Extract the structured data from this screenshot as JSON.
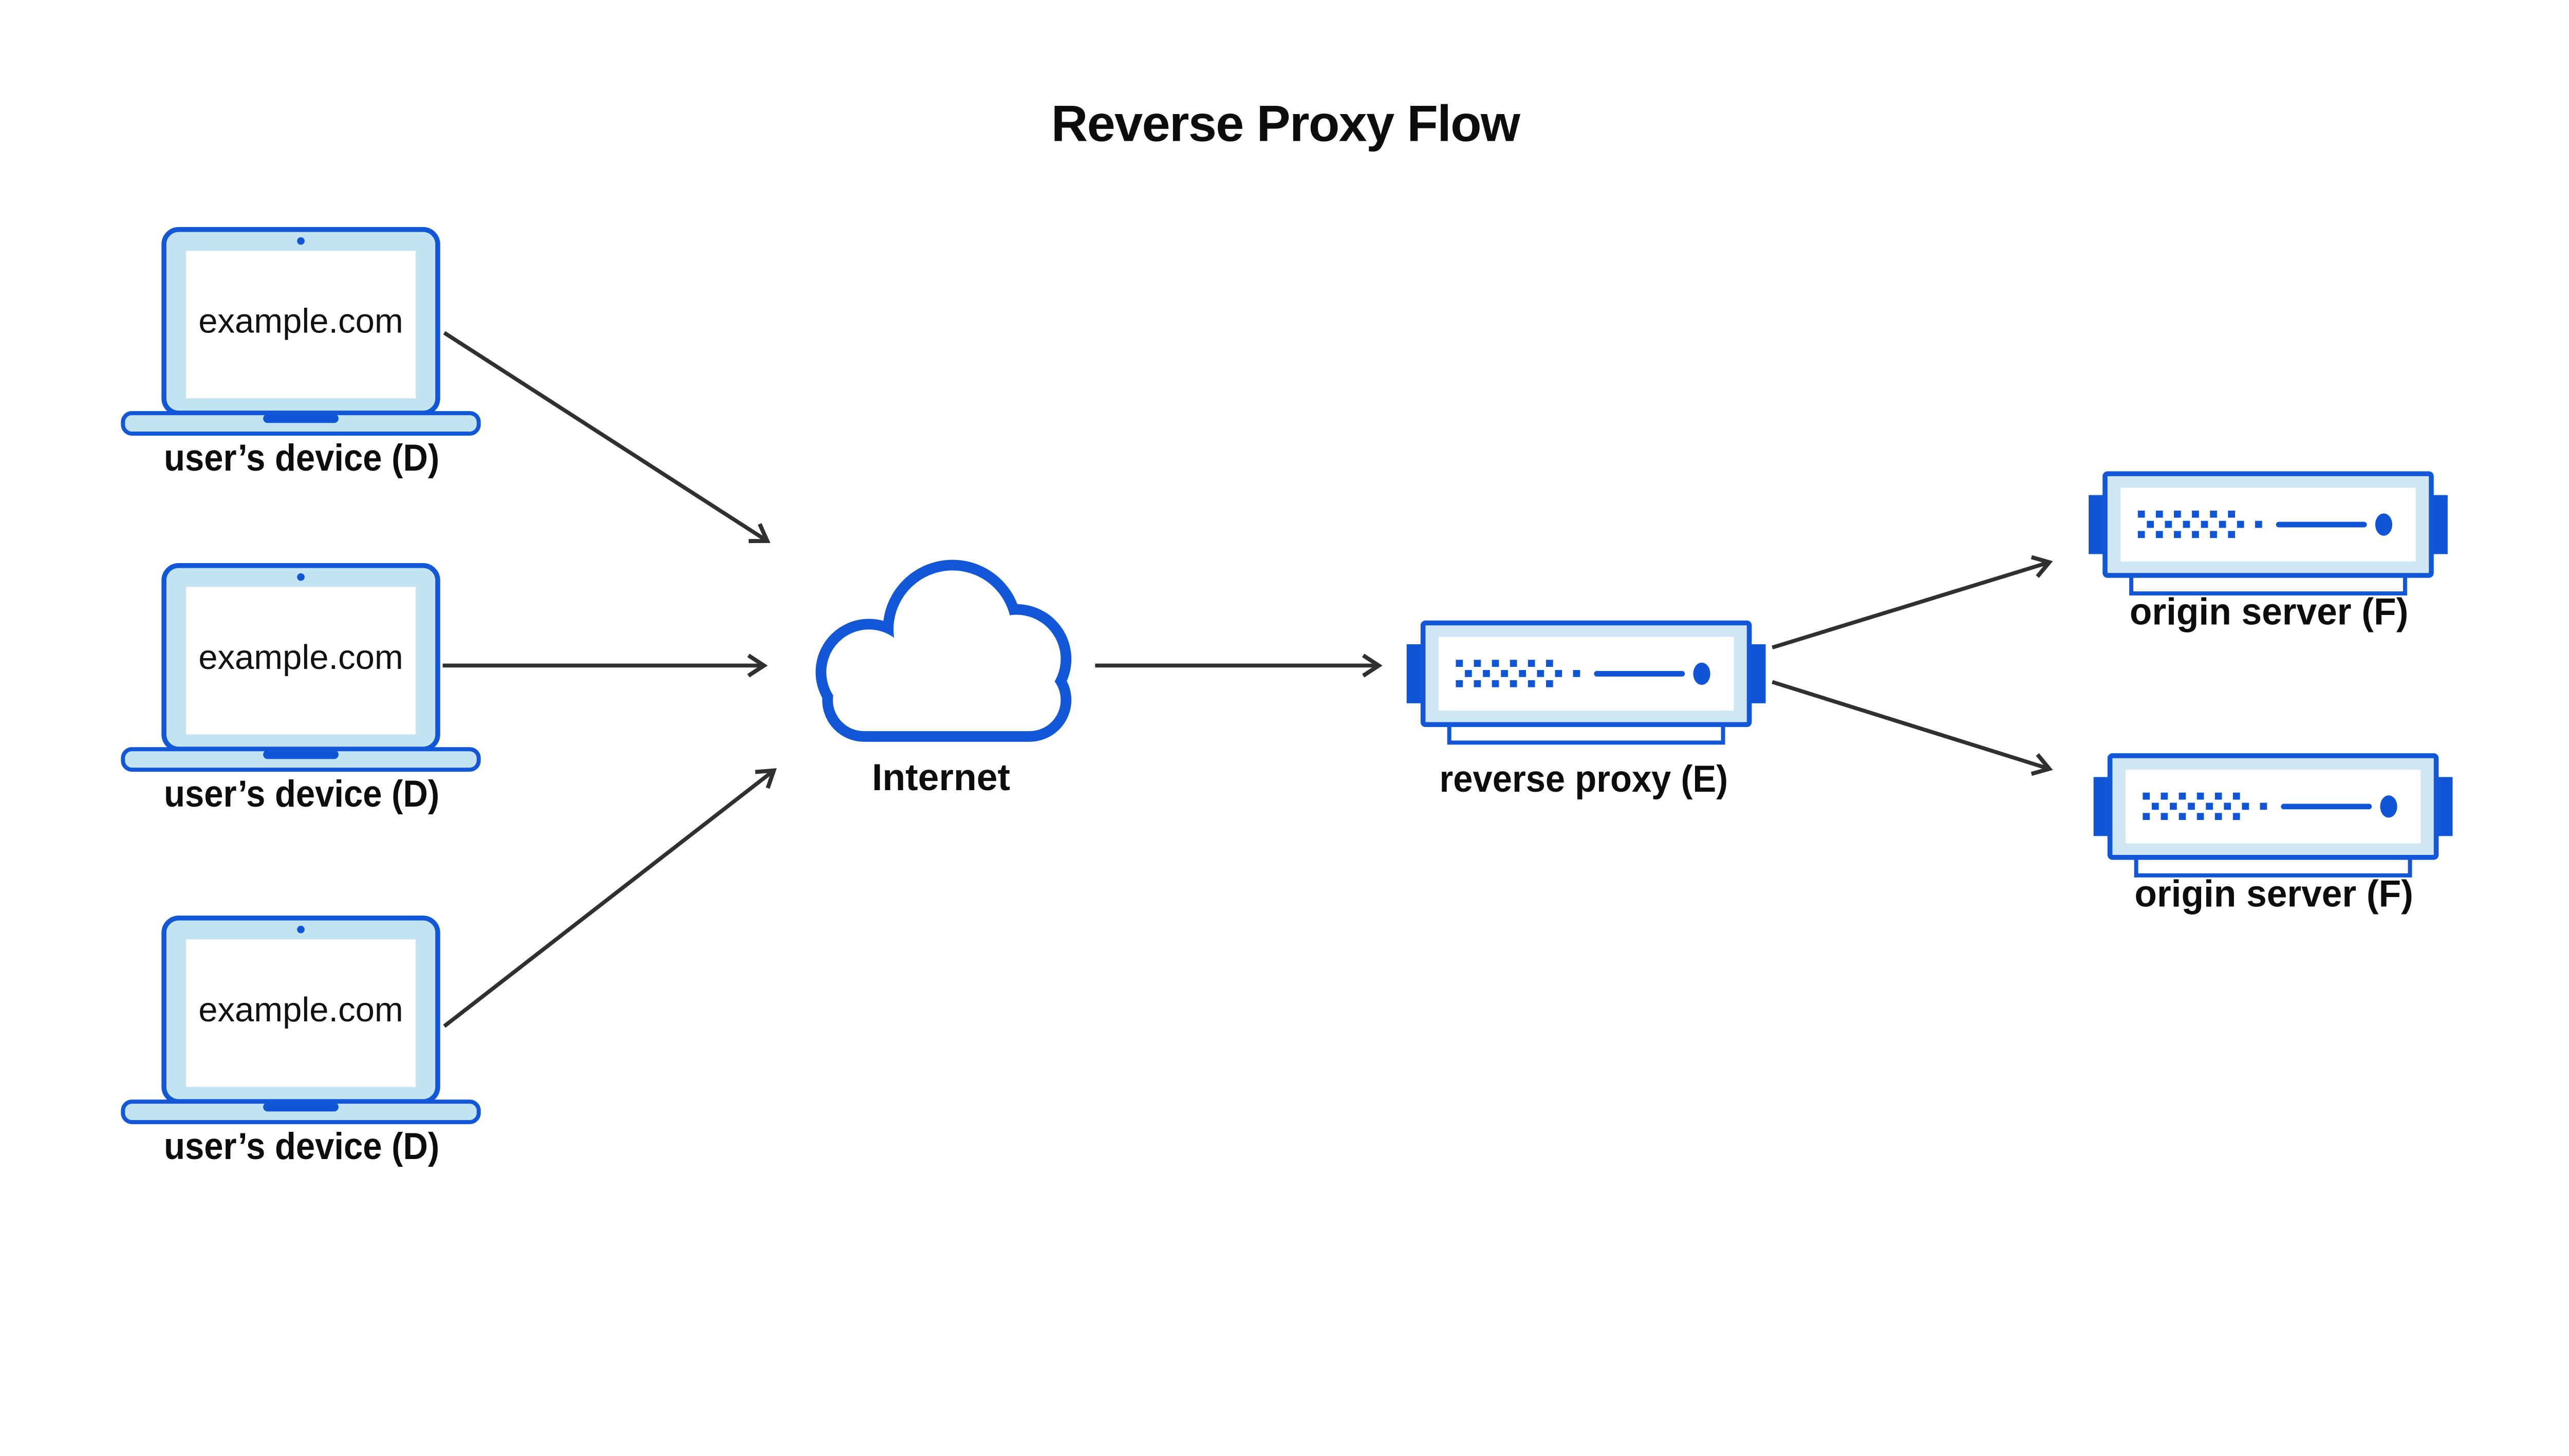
{
  "title": "Reverse Proxy Flow",
  "colors": {
    "outline_blue": "#1257d8",
    "accent_blue": "#0f55d6",
    "device_fill": "#c2e3f2",
    "server_fill": "#d0e7f3",
    "arrow": "#303030",
    "text": "#0d0d0d",
    "background": "#ffffff"
  },
  "icons": {
    "laptop": "laptop-icon",
    "cloud": "cloud-icon",
    "server": "server-icon",
    "arrow": "arrowhead-icon"
  },
  "nodes": {
    "devices": [
      {
        "screen_text": "example.com",
        "label": "user’s device (D)"
      },
      {
        "screen_text": "example.com",
        "label": "user’s device (D)"
      },
      {
        "screen_text": "example.com",
        "label": "user’s device (D)"
      }
    ],
    "internet": {
      "label": "Internet"
    },
    "reverse_proxy": {
      "label": "reverse proxy (E)"
    },
    "origin_servers": [
      {
        "label": "origin server (F)"
      },
      {
        "label": "origin server (F)"
      }
    ]
  },
  "connections": [
    {
      "from": "user-device-1",
      "to": "internet"
    },
    {
      "from": "user-device-2",
      "to": "internet"
    },
    {
      "from": "user-device-3",
      "to": "internet"
    },
    {
      "from": "internet",
      "to": "reverse-proxy"
    },
    {
      "from": "reverse-proxy",
      "to": "origin-server-1"
    },
    {
      "from": "reverse-proxy",
      "to": "origin-server-2"
    }
  ]
}
